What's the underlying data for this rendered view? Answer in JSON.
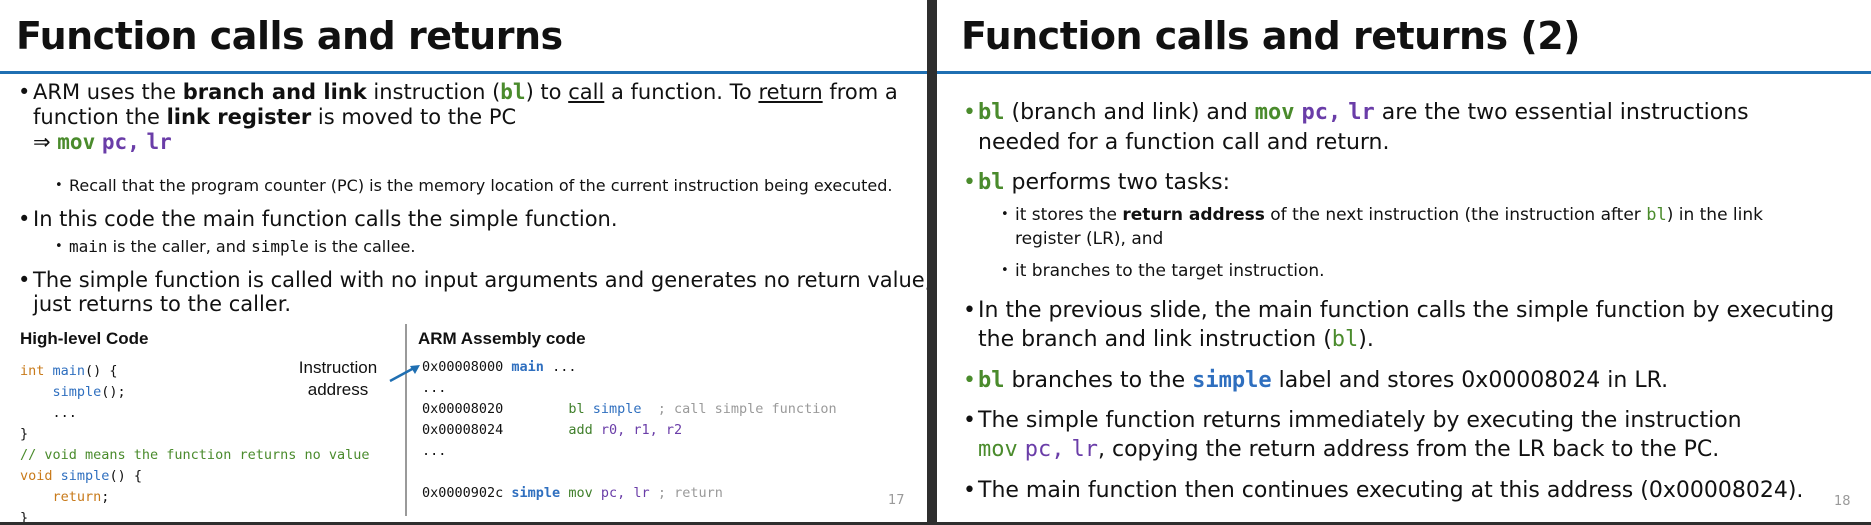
{
  "left": {
    "title": "Function calls and returns",
    "b1": {
      "t1": "ARM uses the ",
      "t2": "branch and link",
      "t3": " instruction (",
      "code": "bl",
      "t4": ") to ",
      "call": "call",
      "t5": " a function. To ",
      "ret": "return",
      "t6": " from a",
      "line2a": "function the ",
      "line2b": "link register",
      "line2c": " is moved to the PC",
      "arrow": "⇒ ",
      "mov": "mov",
      "pc": "pc,",
      "lr": "lr"
    },
    "b1_sub": "Recall that the program counter (PC) is the memory location of the current instruction being executed.",
    "b2": "In this code the main function calls the simple function.",
    "b2_sub": {
      "main": "main",
      "mid": " is the caller, and ",
      "simple": "simple",
      "end": " is the callee."
    },
    "b3_line1": "The simple function is called with no input arguments and generates no return value; it",
    "b3_line2": "just returns to the caller.",
    "hl_heading": "High-level Code",
    "asm_heading": "ARM Assembly code",
    "annotation_line1": "Instruction",
    "annotation_line2": "address",
    "hl": {
      "int": "int",
      "main": "main",
      "main_rest": "() {",
      "simple_call": "simple",
      "simple_call_rest": "();",
      "dots": "...",
      "close1": "}",
      "comment": "// void means the function returns no value",
      "void": "void",
      "simple_def": "simple",
      "simple_def_rest": "() {",
      "return_kw": "return",
      "return_rest": ";",
      "close2": "}"
    },
    "asm": {
      "addr1": "0x00008000",
      "lbl_main": "main",
      "dots1": "...",
      "dots2": "...",
      "addr2": "0x00008020",
      "bl": "bl",
      "bl_target": "simple",
      "bl_comment": "; call simple function",
      "addr3": "0x00008024",
      "add": "add",
      "add_r0": "r0,",
      "add_r1": "r1,",
      "add_r2": "r2",
      "dots3": "...",
      "addr4": "0x0000902c",
      "lbl_simple": "simple",
      "mov": "mov",
      "mov_pc": "pc,",
      "mov_lr": "lr",
      "mov_comment": "; return"
    },
    "page_number": "17"
  },
  "right": {
    "title": "Function calls and returns (2)",
    "b1": {
      "bl": "bl",
      "t1": " (branch and link) and ",
      "mov": "mov",
      "pc": "pc,",
      "lr": "lr",
      "t2": " are the two essential instructions",
      "line2": "needed for a function call and return."
    },
    "b2": {
      "bl": "bl",
      "t1": " performs two tasks:"
    },
    "b2_sub1": {
      "t1": "it stores the ",
      "bold": "return address",
      "t2": " of the next instruction (the instruction after ",
      "code": "bl",
      "t3": ") in the link",
      "line2": "register (LR), and"
    },
    "b2_sub2": "it branches to the target instruction.",
    "b3_line1": "In the previous slide, the main function calls the simple function by executing",
    "b3_line2a": "the branch and link instruction (",
    "b3_code": "bl",
    "b3_line2b": ").",
    "b4": {
      "bl": "bl",
      "t1": " branches to the ",
      "simple": "simple",
      "t2": " label and stores 0x00008024 in LR."
    },
    "b5_line1": "The simple function returns immediately by executing the instruction",
    "b5": {
      "mov": "mov",
      "pc": "pc,",
      "lr": "lr",
      "rest": ", copying the return address from the LR back to the PC."
    },
    "b6": "The main function then continues executing at this address (0x00008024).",
    "page_number": "18"
  },
  "colors": {
    "accent_rule": "#1f6fb2",
    "code_green": "#4a8b2c",
    "code_purple": "#6a3da8",
    "code_blue": "#2f6fbf",
    "code_orange": "#c87a1a",
    "bullet_green": "#4a8b2c"
  }
}
